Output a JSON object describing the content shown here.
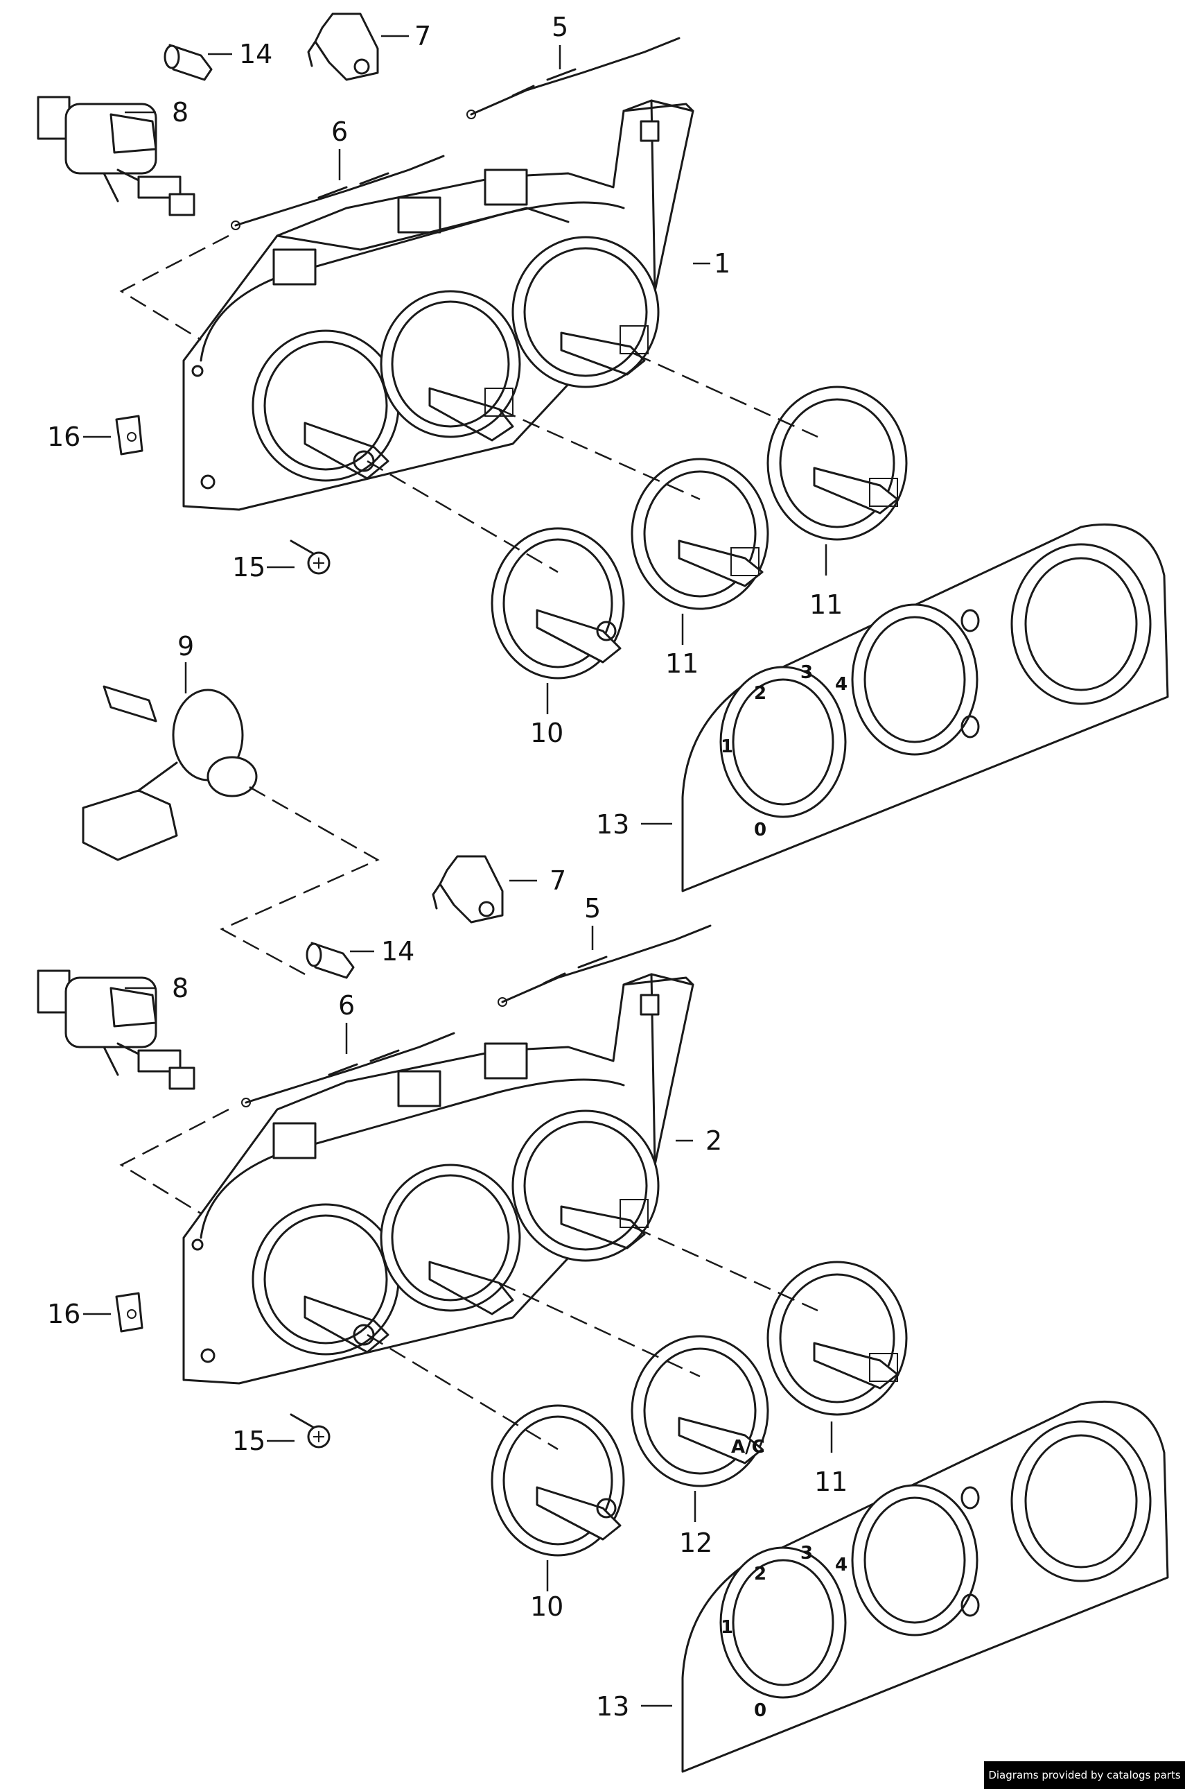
{
  "callouts": {
    "c1": "1",
    "c2": "2",
    "c5a": "5",
    "c5b": "5",
    "c6a": "6",
    "c6b": "6",
    "c7a": "7",
    "c7b": "7",
    "c8a": "8",
    "c8b": "8",
    "c9": "9",
    "c10a": "10",
    "c10b": "10",
    "c11a": "11",
    "c11b": "11",
    "c11c": "11",
    "c12": "12",
    "c13a": "13",
    "c13b": "13",
    "c14a": "14",
    "c14b": "14",
    "c15a": "15",
    "c15b": "15",
    "c16a": "16",
    "c16b": "16"
  },
  "panel_markings": {
    "fan_speeds": [
      "0",
      "1",
      "2",
      "3",
      "4"
    ],
    "ac_label": "A/C"
  },
  "footer": {
    "credit": "Diagrams provided by catalogs parts"
  }
}
